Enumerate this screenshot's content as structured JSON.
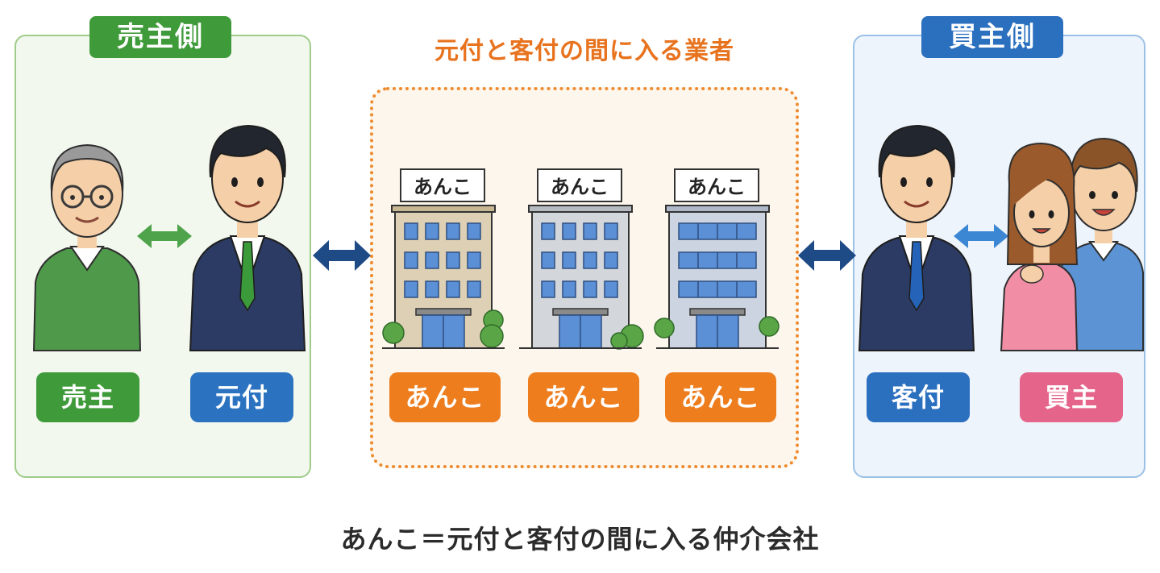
{
  "seller_side": {
    "header": "売主側",
    "seller_label": "売主",
    "motozuke_label": "元付",
    "header_color": "#3f9a3a",
    "seller_color": "#3f9a3a",
    "motozuke_color": "#2b73c1"
  },
  "middle": {
    "title": "元付と客付の間に入る業者",
    "agents": [
      {
        "sign": "あんこ",
        "label": "あんこ"
      },
      {
        "sign": "あんこ",
        "label": "あんこ"
      },
      {
        "sign": "あんこ",
        "label": "あんこ"
      }
    ],
    "accent_color": "#ee7d1e"
  },
  "buyer_side": {
    "header": "買主側",
    "kyakuzuke_label": "客付",
    "buyer_label": "買主",
    "header_color": "#2b6fbf",
    "kyakuzuke_color": "#2b6fbf",
    "buyer_color": "#e5648a"
  },
  "footer": "あんこ＝元付と客付の間に入る仲介会社"
}
